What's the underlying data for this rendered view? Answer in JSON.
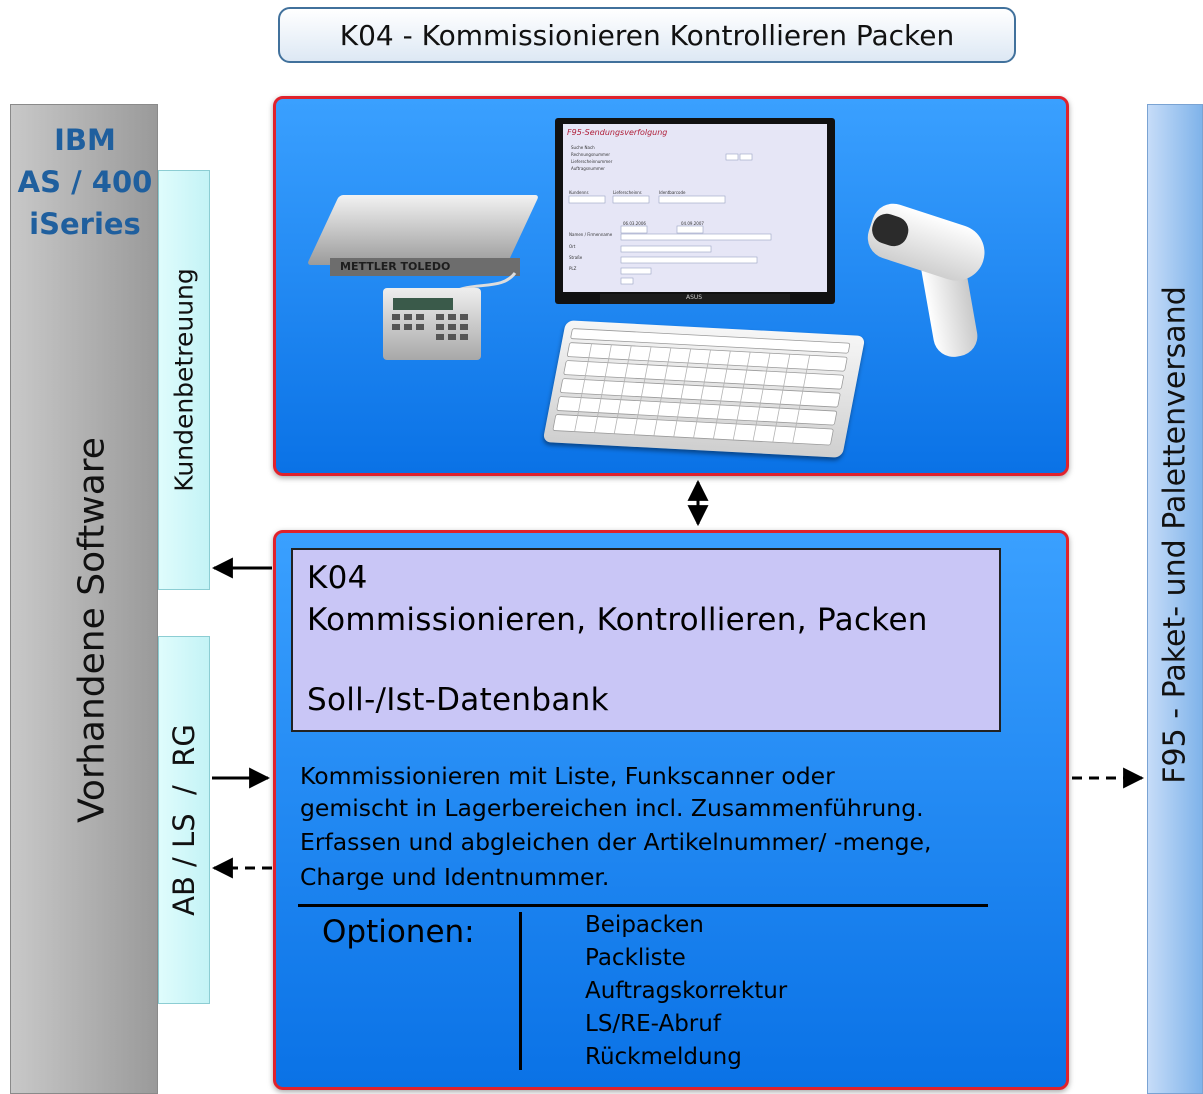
{
  "title": "K04 - Kommissionieren Kontrollieren Packen",
  "left_column": {
    "line1": "IBM",
    "line2": "AS / 400",
    "line3": "iSeries",
    "vertical_label": "Vorhandene Software"
  },
  "upper_box_label": "Kundenbetreuung",
  "lower_box_label": "AB / LS  /  RG",
  "right_column_label": "F95 - Paket- und Palettenversand",
  "monitor": {
    "brand": "ASUS",
    "screen_title": "F95-Sendungsverfolgung",
    "fields": [
      "Suche Nach",
      "Rechnungsnummer",
      "Lieferscheinnummer",
      "Auftragsnummer",
      "Kundennr.",
      "Lieferscheinnr.",
      "Identbarcode",
      "Namen / Firmenname",
      "Ort",
      "Straße",
      "PLZ"
    ],
    "dates": [
      "06.03.2006",
      "04.09.2007"
    ]
  },
  "scale_brand": "METTLER TOLEDO",
  "module": {
    "line1": "K04",
    "line2": "Kommissionieren, Kontrollieren, Packen",
    "line3": "Soll-/Ist-Datenbank",
    "description": [
      "Kommissionieren mit Liste, Funkscanner oder",
      "gemischt in Lagerbereichen incl. Zusammenführung.",
      "Erfassen und abgleichen der Artikelnummer/ -menge,",
      "Charge und Identnummer."
    ],
    "options_label": "Optionen:",
    "options": [
      "Beipacken",
      "Packliste",
      "Auftragskorrektur",
      "LS/RE-Abruf",
      "Rückmeldung"
    ]
  },
  "colors": {
    "panel_blue": "#1a86f5",
    "panel_border": "#e0222c",
    "lilac": "#c9c6f6",
    "ibm_text": "#1f5f9e"
  }
}
